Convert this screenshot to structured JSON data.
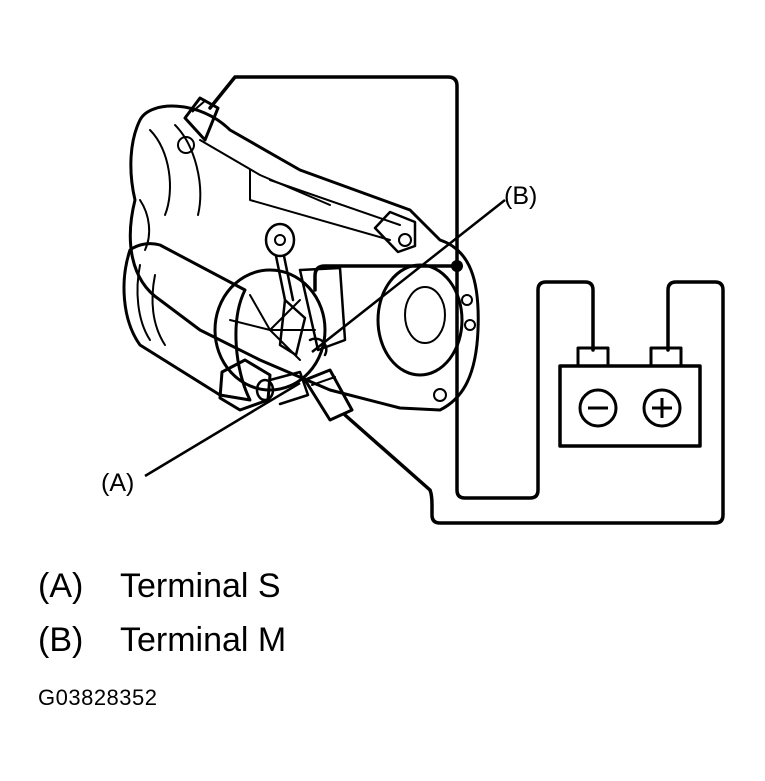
{
  "diagram": {
    "callouts": {
      "a": "(A)",
      "b": "(B)"
    },
    "battery": {
      "negative_symbol": "−",
      "positive_symbol": "+"
    },
    "line_color": "#000000",
    "background_color": "#ffffff"
  },
  "legend": [
    {
      "key": "(A)",
      "label": "Terminal S"
    },
    {
      "key": "(B)",
      "label": "Terminal M"
    }
  ],
  "figure_code": "G03828352"
}
